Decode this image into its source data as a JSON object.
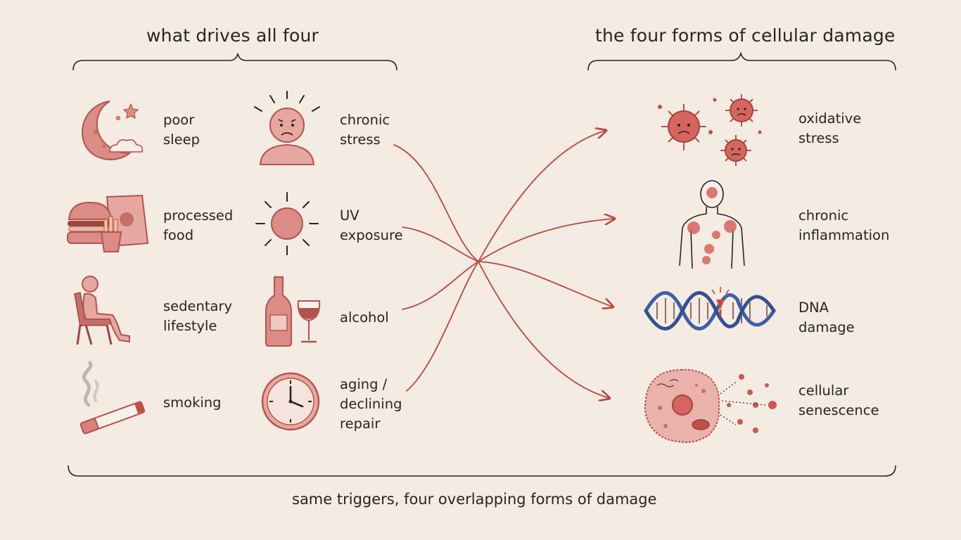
{
  "headings": {
    "left": "what drives all four",
    "right": "the four forms of cellular damage"
  },
  "triggers": [
    {
      "label": "poor\nsleep",
      "icon": "moon-icon"
    },
    {
      "label": "chronic\nstress",
      "icon": "stressed-person-icon"
    },
    {
      "label": "processed\nfood",
      "icon": "burger-fries-icon"
    },
    {
      "label": "UV\nexposure",
      "icon": "sun-icon"
    },
    {
      "label": "sedentary\nlifestyle",
      "icon": "sitting-person-icon"
    },
    {
      "label": "alcohol",
      "icon": "wine-bottle-glass-icon"
    },
    {
      "label": "smoking",
      "icon": "cigarette-icon"
    },
    {
      "label": "aging /\ndeclining\nrepair",
      "icon": "clock-icon"
    }
  ],
  "damage": [
    {
      "label": "oxidative\nstress",
      "icon": "free-radicals-icon"
    },
    {
      "label": "chronic\ninflammation",
      "icon": "inflamed-body-icon"
    },
    {
      "label": "DNA\ndamage",
      "icon": "dna-helix-icon"
    },
    {
      "label": "cellular\nsenescence",
      "icon": "senescent-cell-icon"
    }
  ],
  "footer": "same triggers, four overlapping forms of damage",
  "colors": {
    "background": "#f4ebe3",
    "icon_fill": "#dc8c86",
    "icon_stroke": "#b4524d",
    "arrow": "#b8483e",
    "dna_blue": "#3d5fa8",
    "text": "#2b2320"
  }
}
